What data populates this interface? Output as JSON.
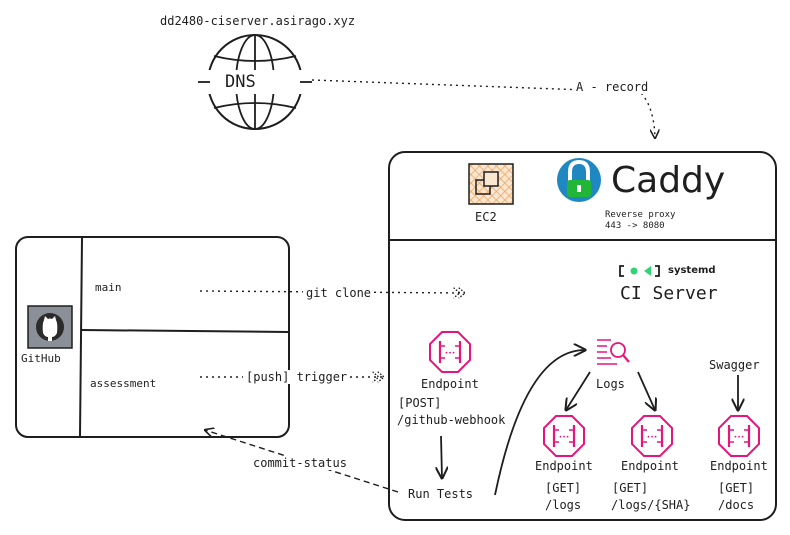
{
  "dns": {
    "hostname": "dd2480-ciserver.asirago.xyz",
    "icon_text": "DNS",
    "record_label": "A - record"
  },
  "github": {
    "label": "GitHub",
    "branch_main": "main",
    "branch_assessment": "assessment",
    "status_label": "commit-status"
  },
  "flows": {
    "clone_label": "git clone",
    "trigger_label": "[push] trigger"
  },
  "server": {
    "ec2_label": "EC2",
    "caddy_title": "Caddy",
    "caddy_desc": "Reverse proxy",
    "caddy_ports": "443 -> 8080",
    "systemd_label": "systemd",
    "ci_title": "CI Server",
    "webhook": {
      "label": "Endpoint",
      "method": "[POST]",
      "path": "/github-webhook"
    },
    "run_tests": "Run Tests",
    "logs_label": "Logs",
    "swagger_label": "Swagger",
    "logs_endpoint": {
      "label": "Endpoint",
      "method": "[GET]",
      "path": "/logs"
    },
    "sha_endpoint": {
      "label": "Endpoint",
      "method": "[GET]",
      "path": "/logs/{SHA}"
    },
    "docs_endpoint": {
      "label": "Endpoint",
      "method": "[GET]",
      "path": "/docs"
    }
  },
  "colors": {
    "ink": "#1e1e1e",
    "endpoint_pink": "#e7157b",
    "caddy_green": "#22b638",
    "caddy_blue": "#1f88c0",
    "ec2_orange": "#e9a15a",
    "systemd_green": "#30d475"
  }
}
